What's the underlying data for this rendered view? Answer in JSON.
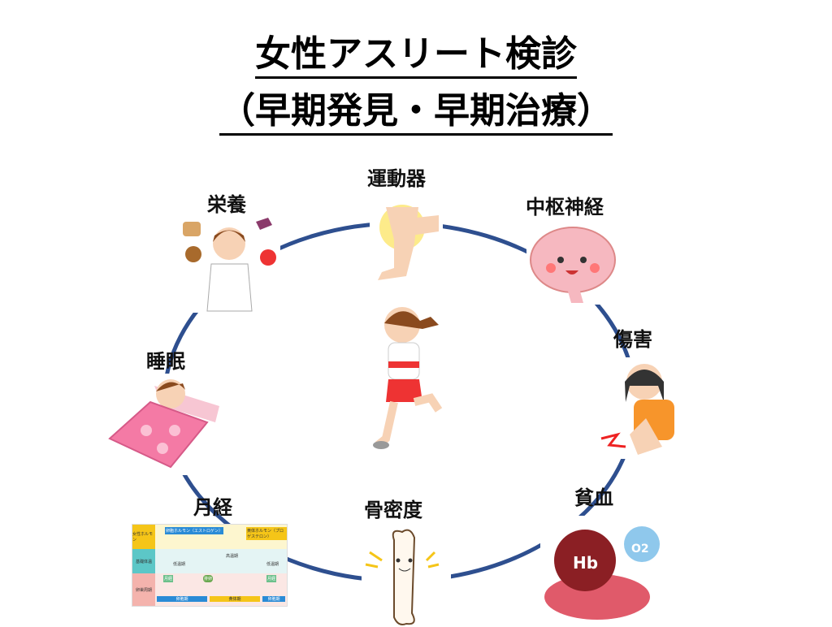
{
  "title": {
    "line1": "女性アスリート検診",
    "line2": "（早期発見・早期治療）"
  },
  "center_label": "",
  "items": [
    {
      "label": "運動器",
      "icon": "knee-icon"
    },
    {
      "label": "中枢神経",
      "icon": "brain-icon"
    },
    {
      "label": "傷害",
      "icon": "injured-girl-icon"
    },
    {
      "label": "貧血",
      "icon": "hemoglobin-icon"
    },
    {
      "label": "骨密度",
      "icon": "bone-icon"
    },
    {
      "label": "月経",
      "icon": "menstrual-cycle-chart"
    },
    {
      "label": "睡眠",
      "icon": "sleeping-girl-icon"
    },
    {
      "label": "栄養",
      "icon": "nutritionist-icon"
    }
  ],
  "chart": {
    "rows": [
      "女性ホルモン",
      "基礎体温",
      "卵巣周期"
    ],
    "estrogen": "卵胞ホルモン（エストロゲン）",
    "progesterone": "黄体ホルモン（プロゲステロン）",
    "low_temp": "低温期",
    "high_temp": "高温期",
    "low_temp2": "低温期",
    "ovulation": "排卵",
    "follicular": "卵胞期",
    "luteal": "黄体期",
    "follicular2": "卵胞期",
    "menstruation": "月経",
    "menstruation2": "月経"
  },
  "badges": {
    "hb": "Hb",
    "o2": "O2"
  },
  "colors": {
    "ring": "#2E4F8F"
  }
}
